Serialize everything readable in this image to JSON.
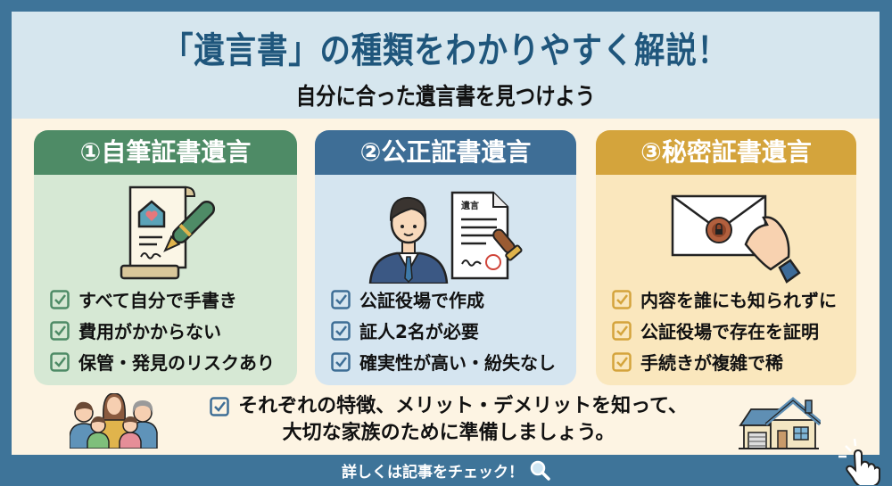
{
  "header": {
    "title": "「遺言書」の種類をわかりやすく解説！",
    "subtitle": "自分に合った遺言書を見つけよう"
  },
  "cards": [
    {
      "title": "①自筆証書遺言",
      "icon": "document-pen-icon",
      "color": "#4e8b66",
      "items": [
        "すべて自分で手書き",
        "費用がかからない",
        "保管・発見のリスクあり"
      ]
    },
    {
      "title": "②公正証書遺言",
      "icon": "notary-document-icon",
      "color": "#3e6e96",
      "document_label": "遺言",
      "items": [
        "公証役場で作成",
        "証人2名が必要",
        "確実性が高い・紛失なし"
      ]
    },
    {
      "title": "③秘密証書遺言",
      "icon": "sealed-envelope-icon",
      "color": "#d4a43c",
      "items": [
        "内容を誰にも知られずに",
        "公証役場で存在を証明",
        "手続きが複雑で稀"
      ]
    }
  ],
  "footer": {
    "message_line1": "それぞれの特徴、メリット・デメリットを知って、",
    "message_line2": "大切な家族のために準備しましょう。",
    "link_label": "詳しくは記事をチェック！"
  },
  "colors": {
    "frame": "#3e7499",
    "header_bg": "#d6e6ee",
    "title": "#1f567c",
    "panel_bg": "#fdf4e3"
  }
}
